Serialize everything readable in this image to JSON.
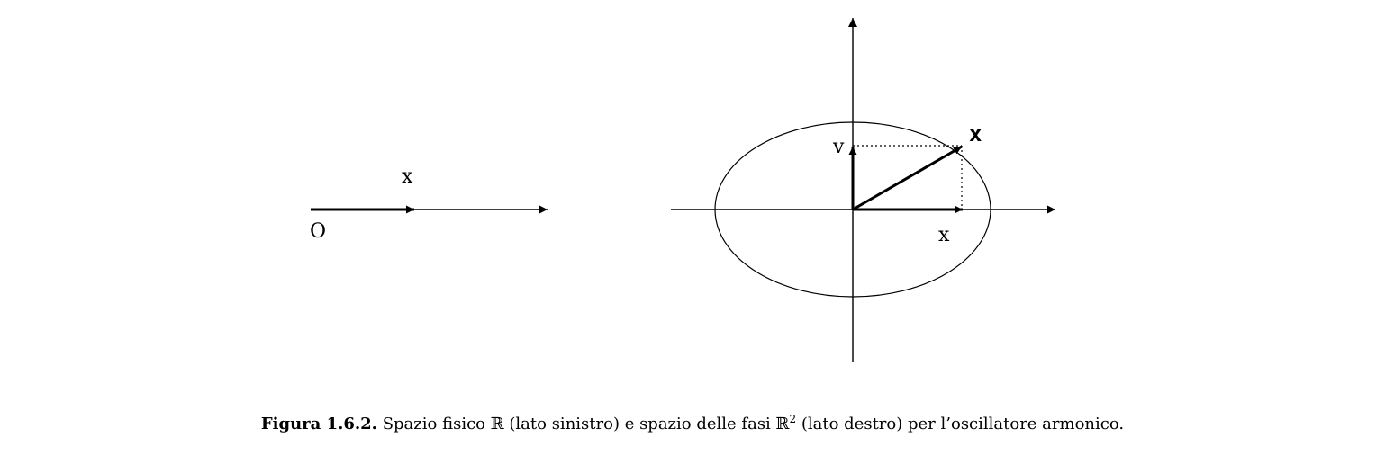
{
  "left_panel": {
    "origin_label": "O",
    "axis_label": "x"
  },
  "right_panel": {
    "vector_label": "x",
    "v_label": "v",
    "x_label": "x"
  },
  "caption": {
    "label": "Figura 1.6.2.",
    "text_a": "Spazio fisico ℝ (lato sinistro) e spazio delle fasi ℝ",
    "superscript": "2",
    "text_b": " (lato destro) per l’oscillatore armonico."
  }
}
